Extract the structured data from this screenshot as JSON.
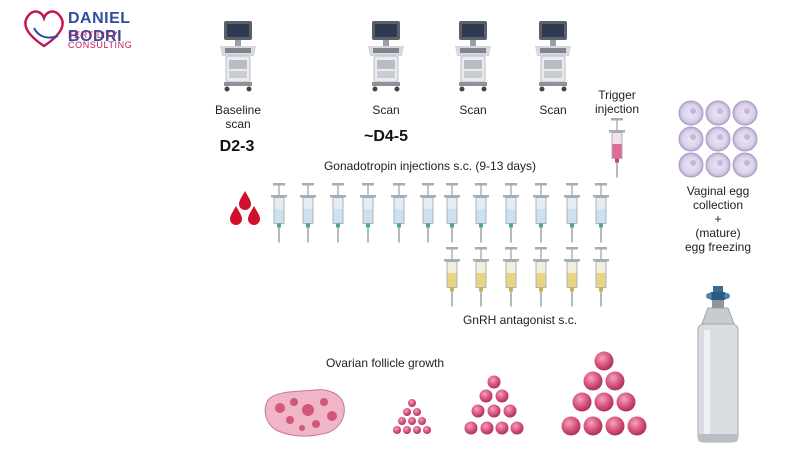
{
  "logo": {
    "name": "DANIEL BODRI",
    "tagline": "FERTILITY CONSULTING"
  },
  "colors": {
    "brand_blue": "#2e4f9e",
    "brand_pink": "#c2185b",
    "blood": "#d0102a",
    "follicle": "#d8527a"
  },
  "scans": [
    {
      "label": "Baseline\nscan"
    },
    {
      "label": "Scan"
    },
    {
      "label": "Scan"
    },
    {
      "label": "Scan"
    }
  ],
  "day_labels": {
    "baseline": "D2-3",
    "scan": "~D4-5"
  },
  "trigger": {
    "label": "Trigger\ninjection"
  },
  "gonadotropin": {
    "label": "Gonadotropin injections s.c. (9-13 days)"
  },
  "antagonist": {
    "label": "GnRH antagonist s.c."
  },
  "follicles": {
    "label": "Ovarian follicle growth"
  },
  "egg": {
    "label": "Vaginal egg\ncollection\n+\n(mature)\negg freezing"
  },
  "icons": [
    "ultrasound-machine-icon",
    "syringe-icon",
    "blood-drops-icon",
    "egg-cells-icon",
    "cryo-tank-icon",
    "ovary-icon",
    "follicle-cluster-icon"
  ]
}
